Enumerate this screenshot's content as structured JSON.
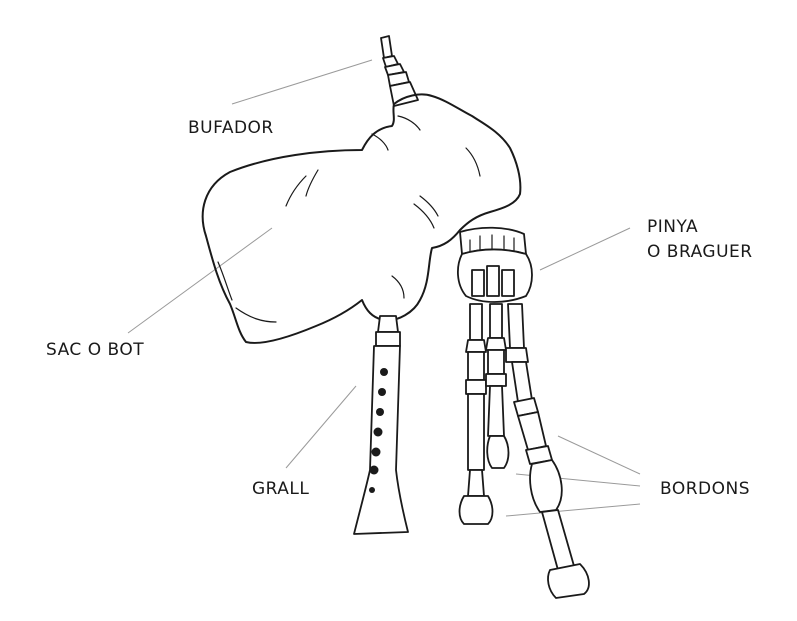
{
  "labels": {
    "bufador": "BUFADOR",
    "pinya_line1": "PINYA",
    "pinya_line2": "O BRAGUER",
    "sac": "SAC O BOT",
    "grall": "GRALL",
    "bordons": "BORDONS"
  },
  "colors": {
    "ink": "#1a1a1a",
    "leader": "#9a9a9a",
    "background": "#ffffff"
  }
}
